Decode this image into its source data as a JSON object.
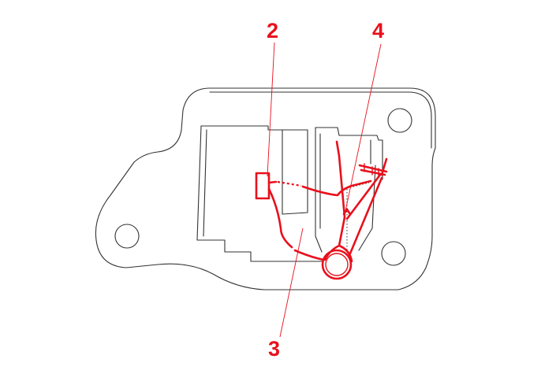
{
  "colors": {
    "outline": "#333333",
    "wire": "#e8101c",
    "background": "#ffffff"
  },
  "callouts": [
    {
      "id": "2",
      "label": "2"
    },
    {
      "id": "3",
      "label": "3"
    },
    {
      "id": "4",
      "label": "4"
    }
  ]
}
